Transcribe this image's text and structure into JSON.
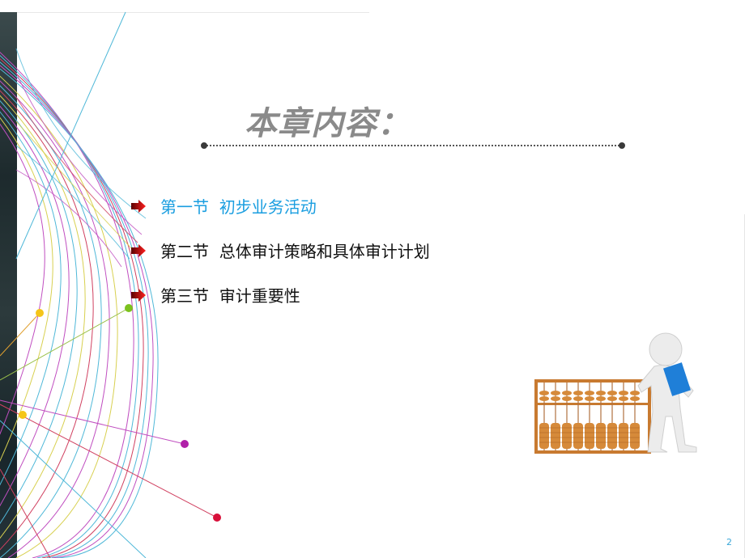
{
  "slide": {
    "title": "本章内容：",
    "page_number": "2",
    "accent_color": "#1a9ee0",
    "items": [
      {
        "label": "第一节  初步业务活动",
        "active": true
      },
      {
        "label": "第二节  总体审计策略和具体审计计划",
        "active": false
      },
      {
        "label": "第三节  审计重要性",
        "active": false
      }
    ],
    "illustration": "abacus-figure-with-book"
  }
}
